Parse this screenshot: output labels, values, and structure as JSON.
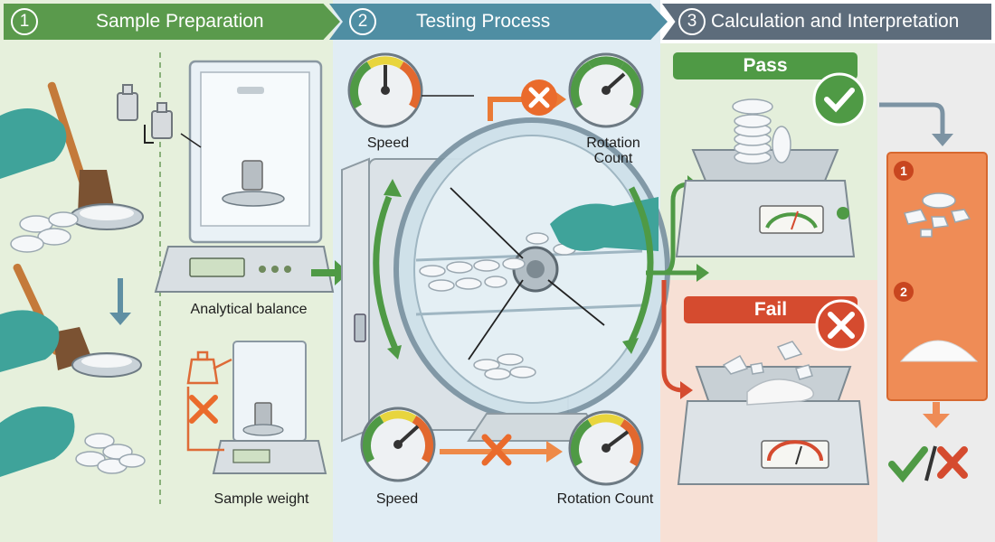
{
  "steps": [
    {
      "number": "1",
      "title": "Sample Preparation"
    },
    {
      "number": "2",
      "title": "Testing Process"
    },
    {
      "number": "3",
      "title": "Calculation and Interpretation"
    }
  ],
  "prep": {
    "balance_label": "Analytical balance",
    "sample_weight_label": "Sample weight"
  },
  "testing": {
    "speed_label_top": "Speed",
    "rotation_label_top_line1": "Rotation",
    "rotation_label_top_line2": "Count",
    "speed_label_bottom": "Speed",
    "rotation_label_bottom": "Rotation Count"
  },
  "results": {
    "pass_label": "Pass",
    "fail_label": "Fail",
    "outcome_1": "1",
    "outcome_2": "2"
  },
  "colors": {
    "step1": "#5a9a4c",
    "step2": "#4f8ea3",
    "step3": "#5d6c7b",
    "pass": "#4f9a45",
    "fail": "#d54b2f",
    "accent_orange": "#ef8c56"
  },
  "icons": [
    "check-icon",
    "cross-icon",
    "gauge-icon",
    "arrow-icon",
    "weight-icon",
    "brush-icon",
    "tablet-icon"
  ]
}
